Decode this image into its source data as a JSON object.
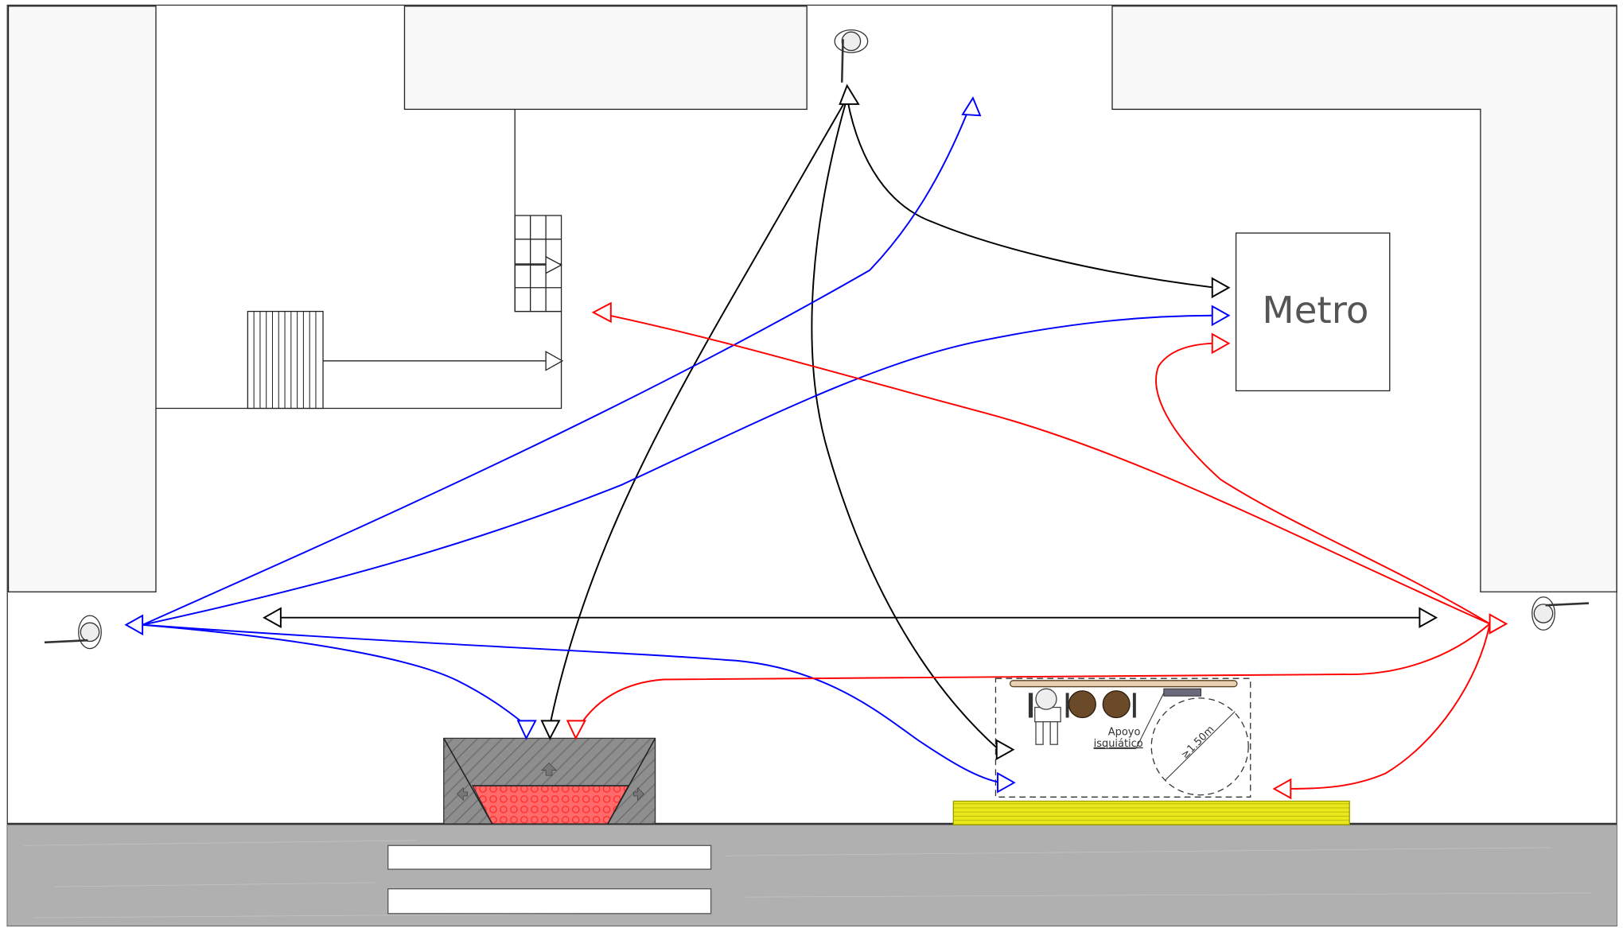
{
  "labels": {
    "metro": "Metro",
    "apoyo": "Apoyo",
    "isquiatico": "isquiático",
    "clearance": "≥1.50m"
  },
  "colors": {
    "route_black": "#000000",
    "route_blue": "#0000ff",
    "route_red": "#ff0000",
    "building_fill": "#f8f8f8",
    "road": "#b0b0b0",
    "crossing_ramp": "#8a8a8a",
    "crossing_red": "#ff5a5a",
    "tactile_yellow": "#e6e61e"
  }
}
